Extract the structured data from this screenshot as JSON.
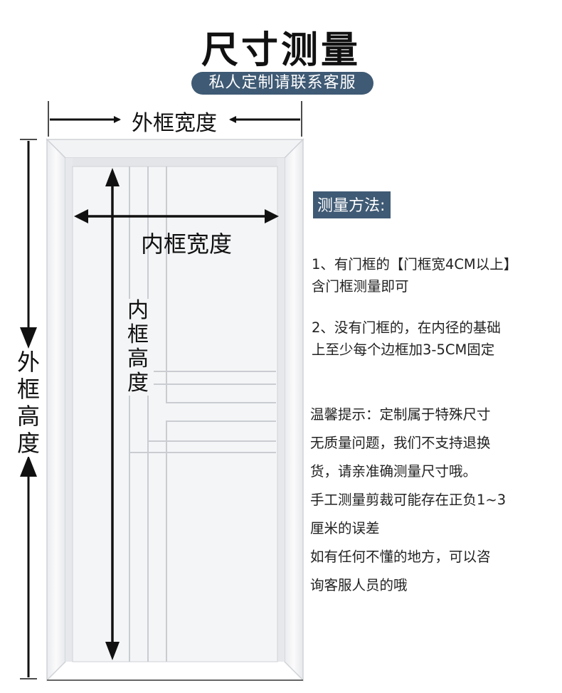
{
  "title": "尺寸测量",
  "badge": "私人定制请联系客服",
  "labels": {
    "outer_width": "外框宽度",
    "inner_width": "内框宽度",
    "inner_height": [
      "内",
      "框",
      "高",
      "度"
    ],
    "outer_height": [
      "外",
      "框",
      "高",
      "度"
    ]
  },
  "method": {
    "title": "测量方法:",
    "steps": [
      {
        "line1": "1、有门框的【门框宽4CM以上】",
        "line2": "含门框测量即可"
      },
      {
        "line1": "2、没有门框的，在内径的基础",
        "line2": "上至少每个边框加3-5CM固定"
      }
    ]
  },
  "tips": [
    "温馨提示：定制属于特殊尺寸",
    "无质量问题，我们不支持退换",
    "货，请亲准确测量尺寸哦。",
    "手工测量剪裁可能存在正负1~3",
    "厘米的误差",
    "如有任何不懂的地方，可以咨",
    "询客服人员的哦"
  ],
  "colors": {
    "badge_bg": "#3f5a74",
    "arrow": "#111111",
    "door": "#f4f5f7"
  }
}
